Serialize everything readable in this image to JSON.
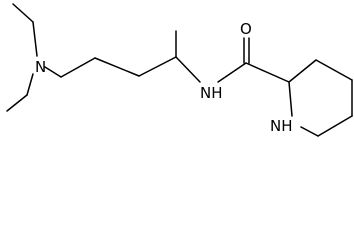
{
  "molecule": {
    "atom_labels": {
      "amine_nitrogen": "N",
      "amide_nh": "NH",
      "amide_oxygen": "O",
      "ring_nh": "NH"
    }
  },
  "colors": {
    "background": "#ffffff",
    "bond": "#000000",
    "text": "#000000"
  }
}
